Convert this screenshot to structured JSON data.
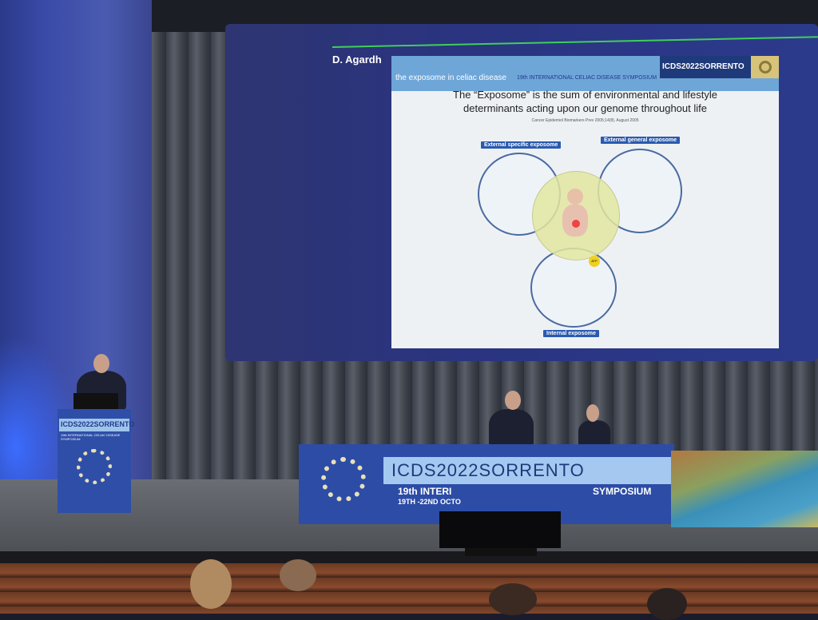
{
  "presentation": {
    "speaker_name": "D. Agardh",
    "slide": {
      "header_tag": "the exposome in celiac disease",
      "header_symposium": "19th INTERNATIONAL CELIAC DISEASE SYMPOSIUM",
      "brand": "ICDS2022SORRENTO",
      "title": "The “Exposome” is the sum of environmental and  lifestyle determinants acting upon our genome throughout life",
      "citation": "Cancer Epidemiol Biomarkers Prev 2005;14(8). August 2005",
      "labels": {
        "external_specific": "External specific exposome",
        "external_general": "External general exposome",
        "internal": "Internal exposome"
      },
      "atp": "ATP"
    }
  },
  "podium": {
    "brand": "ICDS2022SORRENTO",
    "subtitle": "19th INTERNATIONAL CELIAC DISEASE SYMPOSIUM"
  },
  "panel_table": {
    "brand": "ICDS2022SORRENTO",
    "symposium_left": "19th INTERI",
    "symposium_right": "SYMPOSIUM",
    "dates": "19TH -22ND OCTO"
  },
  "colors": {
    "brand_blue": "#2c4ca6",
    "light_blue": "#a4c8f0",
    "green_line": "#3fcf5a"
  }
}
